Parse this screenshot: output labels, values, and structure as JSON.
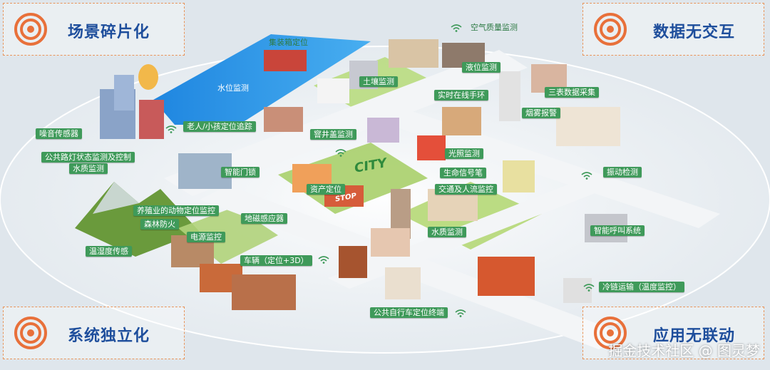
{
  "corners": {
    "top_left": "场景碎片化",
    "top_right": "数据无交互",
    "bottom_left": "系统独立化",
    "bottom_right": "应用无联动"
  },
  "labels": {
    "container_location": "集装箱定位",
    "air_quality": "空气质量监测",
    "water_level": "水位监测",
    "soil_monitor": "土壤监测",
    "liquid_level": "液位监测",
    "realtime_bracelet": "实时在线手环",
    "meter_reading": "三表数据采集",
    "smoke_alarm": "烟雾报警",
    "elder_child_tracking": "老人/小孩定位追踪",
    "manhole_cover": "窨井盖监测",
    "noise_sensor": "噪音传感器",
    "street_light": "公共路灯状态监测及控制",
    "water_quality_left": "水质监测",
    "light_monitor": "光照监测",
    "smart_lock": "智能门锁",
    "life_signal_pen": "生命信号笔",
    "vibration": "振动检测",
    "asset_location": "资产定位",
    "traffic_flow": "交通及人流监控",
    "livestock_tracking": "养殖业的动物定位监控",
    "forest_fire": "森林防火",
    "geomagnetic": "地磁感应器",
    "smart_call": "智能呼叫系统",
    "power_monitor": "电源监控",
    "water_quality_center": "水质监测",
    "temp_humidity": "温湿度传感",
    "vehicle": "车辆（定位+3D）",
    "cold_chain": "冷链运输（温度监控）",
    "bike_terminal": "公共自行车定位终端"
  },
  "signs": {
    "city": "CITY",
    "stop": "STOP"
  },
  "watermark": "掘金技术社区 @ 图灵梦",
  "colors": {
    "corner_border": "#e8945a",
    "corner_title": "#1e4e9c",
    "label_bg": "#3f9a5a",
    "river": "#2b8fe0",
    "road": "#e9ecef"
  }
}
